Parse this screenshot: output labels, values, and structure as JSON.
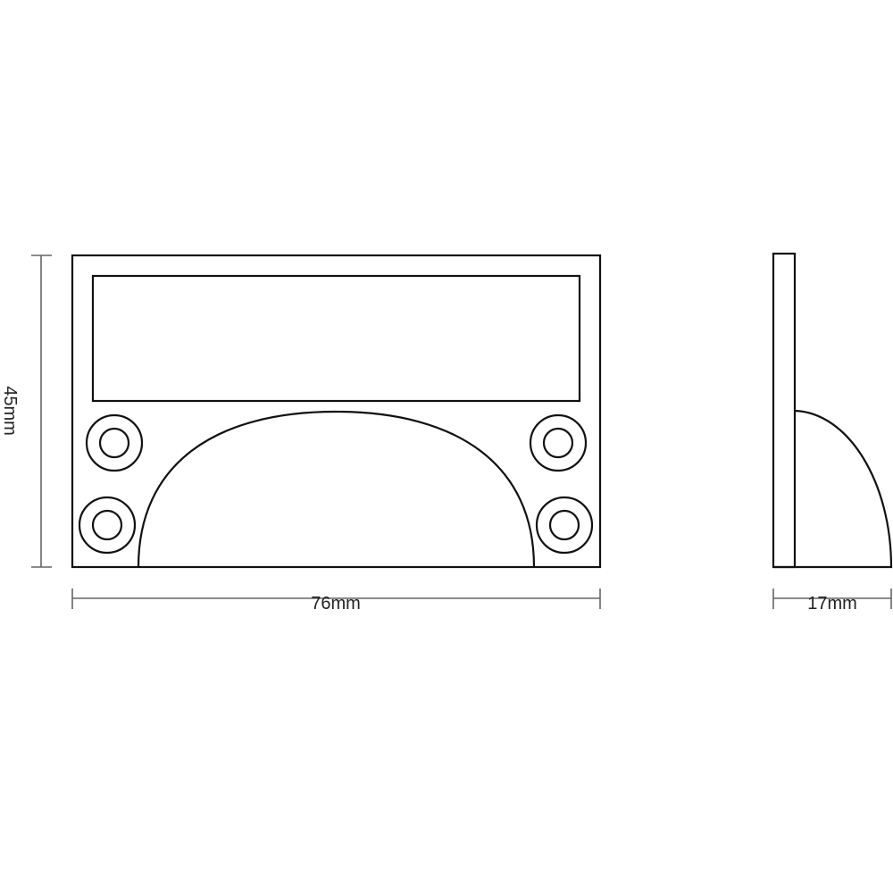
{
  "dimensions": {
    "height": "45mm",
    "width": "76mm",
    "depth": "17mm"
  },
  "colors": {
    "outline": "#111111",
    "dimension_line": "#666666"
  }
}
